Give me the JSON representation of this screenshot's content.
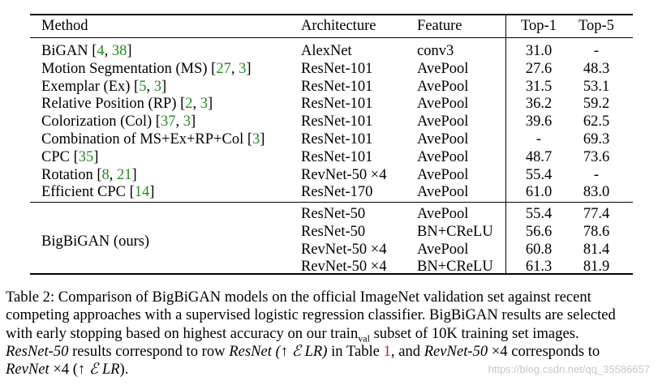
{
  "table": {
    "headers": {
      "method": "Method",
      "architecture": "Architecture",
      "feature": "Feature",
      "top1": "Top-1",
      "top5": "Top-5"
    },
    "rows": [
      {
        "method": "BiGAN",
        "cites": [
          "4",
          "38"
        ],
        "arch": "AlexNet",
        "feature": "conv3",
        "top1": "31.0",
        "top5": "-"
      },
      {
        "method": "Motion Segmentation (MS)",
        "cites": [
          "27",
          "3"
        ],
        "arch": "ResNet-101",
        "feature": "AvePool",
        "top1": "27.6",
        "top5": "48.3"
      },
      {
        "method": "Exemplar (Ex)",
        "cites": [
          "5",
          "3"
        ],
        "arch": "ResNet-101",
        "feature": "AvePool",
        "top1": "31.5",
        "top5": "53.1"
      },
      {
        "method": "Relative Position (RP)",
        "cites": [
          "2",
          "3"
        ],
        "arch": "ResNet-101",
        "feature": "AvePool",
        "top1": "36.2",
        "top5": "59.2"
      },
      {
        "method": "Colorization (Col)",
        "cites": [
          "37",
          "3"
        ],
        "arch": "ResNet-101",
        "feature": "AvePool",
        "top1": "39.6",
        "top5": "62.5"
      },
      {
        "method": "Combination of MS+Ex+RP+Col",
        "cites": [
          "3"
        ],
        "arch": "ResNet-101",
        "feature": "AvePool",
        "top1": "-",
        "top5": "69.3"
      },
      {
        "method": "CPC",
        "cites": [
          "35"
        ],
        "arch": "ResNet-101",
        "feature": "AvePool",
        "top1": "48.7",
        "top5": "73.6"
      },
      {
        "method": "Rotation",
        "cites": [
          "8",
          "21"
        ],
        "arch": "RevNet-50 ×4",
        "feature": "AvePool",
        "top1": "55.4",
        "top5": "-"
      },
      {
        "method": "Efficient CPC",
        "cites": [
          "14"
        ],
        "arch": "ResNet-170",
        "feature": "AvePool",
        "top1": "61.0",
        "top5": "83.0"
      }
    ],
    "ours_label": "BigBiGAN (ours)",
    "ours_rows": [
      {
        "arch": "ResNet-50",
        "feature": "AvePool",
        "top1": "55.4",
        "top5": "77.4"
      },
      {
        "arch": "ResNet-50",
        "feature": "BN+CReLU",
        "top1": "56.6",
        "top5": "78.6"
      },
      {
        "arch": "RevNet-50 ×4",
        "feature": "AvePool",
        "top1": "60.8",
        "top5": "81.4"
      },
      {
        "arch": "RevNet-50 ×4",
        "feature": "BN+CReLU",
        "top1": "61.3",
        "top5": "81.9"
      }
    ]
  },
  "caption": {
    "l1": "Table 2: Comparison of BigBiGAN models on the official ImageNet validation set against recent",
    "l2": "competing approaches with a supervised logistic regression classifier. BigBiGAN results are selected",
    "l3a": "with early stopping based on highest accuracy on our train",
    "l3sub": "val",
    "l3b": " subset of 10K training set images.",
    "l4a": "ResNet-50",
    "l4b": " results correspond to row ",
    "l4c": "ResNet (↑ ℰ LR)",
    "l4d": " in Table ",
    "l4ref": "1",
    "l4e": ", and ",
    "l4f": "RevNet-50",
    "l4g": " ×4 corresponds to",
    "l5a": "RevNet",
    "l5b": " ×4 (",
    "l5c": "↑ ℰ LR",
    "l5d": ")."
  },
  "watermark": "https://blog.csdn.net/qq_35586657"
}
